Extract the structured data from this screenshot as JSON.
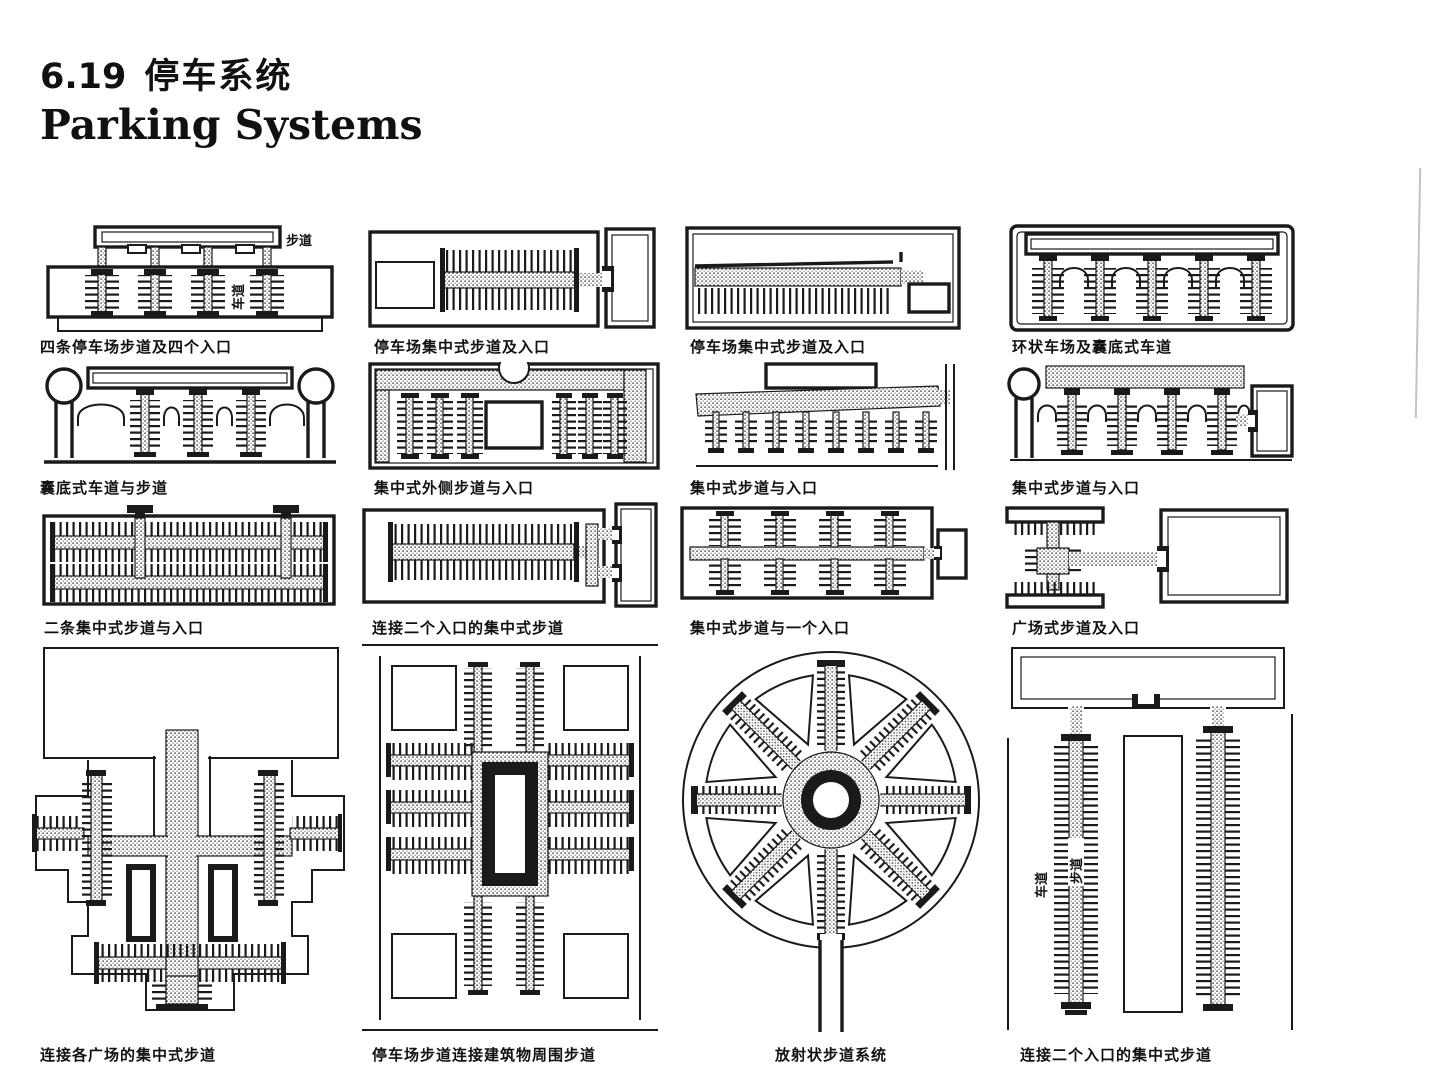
{
  "page": {
    "section_number": "6.19",
    "title_zh": "停车系统",
    "title_en": "Parking Systems"
  },
  "figures": [
    {
      "caption": "四条停车场步道及四个入口",
      "labels": {
        "walkway": "步道",
        "lane": "车道"
      }
    },
    {
      "caption": "停车场集中式步道及入口"
    },
    {
      "caption": "停车场集中式步道及入口"
    },
    {
      "caption": "环状车场及囊底式车道"
    },
    {
      "caption": "囊底式车道与步道"
    },
    {
      "caption": "集中式外侧步道与入口"
    },
    {
      "caption": "集中式步道与入口"
    },
    {
      "caption": "集中式步道与入口"
    },
    {
      "caption": "二条集中式步道与入口"
    },
    {
      "caption": "连接二个入口的集中式步道"
    },
    {
      "caption": "集中式步道与一个入口"
    },
    {
      "caption": "广场式步道及入口"
    },
    {
      "caption": "连接各广场的集中式步道"
    },
    {
      "caption": "停车场步道连接建筑物周围步道"
    },
    {
      "caption": "放射状步道系统"
    },
    {
      "caption": "连接二个入口的集中式步道",
      "labels": {
        "lane": "车道",
        "walkway": "步道"
      }
    }
  ]
}
